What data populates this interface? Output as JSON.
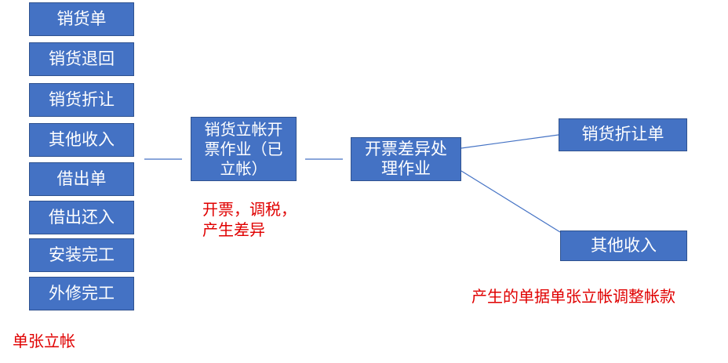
{
  "left_column": {
    "items": [
      {
        "label": "销货单"
      },
      {
        "label": "销货退回"
      },
      {
        "label": "销货折让"
      },
      {
        "label": "其他收入"
      },
      {
        "label": "借出单"
      },
      {
        "label": "借出还入"
      },
      {
        "label": "安装完工"
      },
      {
        "label": "外修完工"
      }
    ],
    "caption": "单张立帐"
  },
  "middle_box": {
    "line1": "销货立帐开",
    "line2": "票作业（已",
    "line3": "立帐）",
    "note_line1": "开票，调税，",
    "note_line2": "产生差异"
  },
  "process_box": {
    "line1": "开票差异处",
    "line2": "理作业"
  },
  "outputs": {
    "top": "销货折让单",
    "bottom": "其他收入",
    "caption": "产生的单据单张立帐调整帐款"
  },
  "colors": {
    "box_fill": "#4472c4",
    "box_border": "#2f528f",
    "connector": "#4472c4",
    "note_text": "#e00000"
  }
}
